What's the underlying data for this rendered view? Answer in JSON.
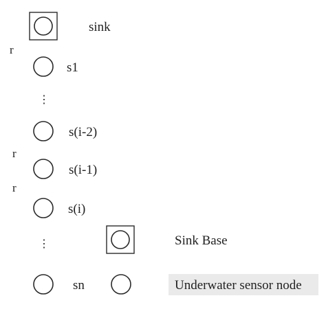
{
  "nodes": {
    "sink": "sink",
    "s1": "s1",
    "s_i_minus_2": "s(i-2)",
    "s_i_minus_1": "s(i-1)",
    "s_i": "s(i)",
    "sn": "sn"
  },
  "distance_labels": [
    "r",
    "r",
    "r"
  ],
  "ellipsis": "⋮",
  "legend": {
    "sink_base": "Sink Base",
    "sensor_node": "Underwater sensor node"
  }
}
